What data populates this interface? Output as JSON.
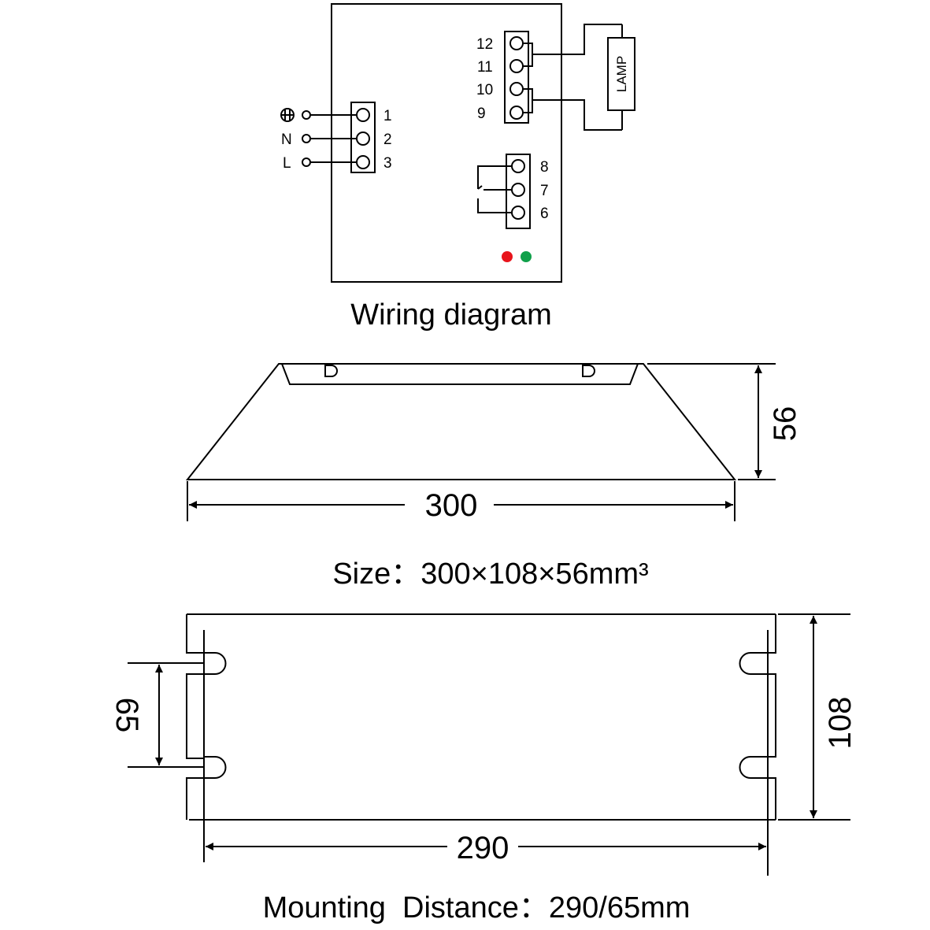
{
  "wiring": {
    "caption": "Wiring diagram",
    "input_terminals": [
      {
        "symbol": "⏚",
        "num": "1"
      },
      {
        "symbol": "N",
        "num": "2"
      },
      {
        "symbol": "L",
        "num": "3"
      }
    ],
    "lamp_terminals": [
      "12",
      "11",
      "10",
      "9"
    ],
    "relay_terminals": [
      "8",
      "7",
      "6"
    ],
    "lamp_label": "LAMP",
    "indicators": [
      {
        "name": "red",
        "color": "#e8141c"
      },
      {
        "name": "green",
        "color": "#10a04a"
      }
    ]
  },
  "side_view": {
    "height_dim": "56",
    "length_dim": "300"
  },
  "size_text": "Size：300×108×56mm³",
  "top_view": {
    "mount_spacing_dim": "65",
    "width_dim": "108",
    "mount_length_dim": "290"
  },
  "mounting_text": "Mounting  Distance：290/65mm"
}
